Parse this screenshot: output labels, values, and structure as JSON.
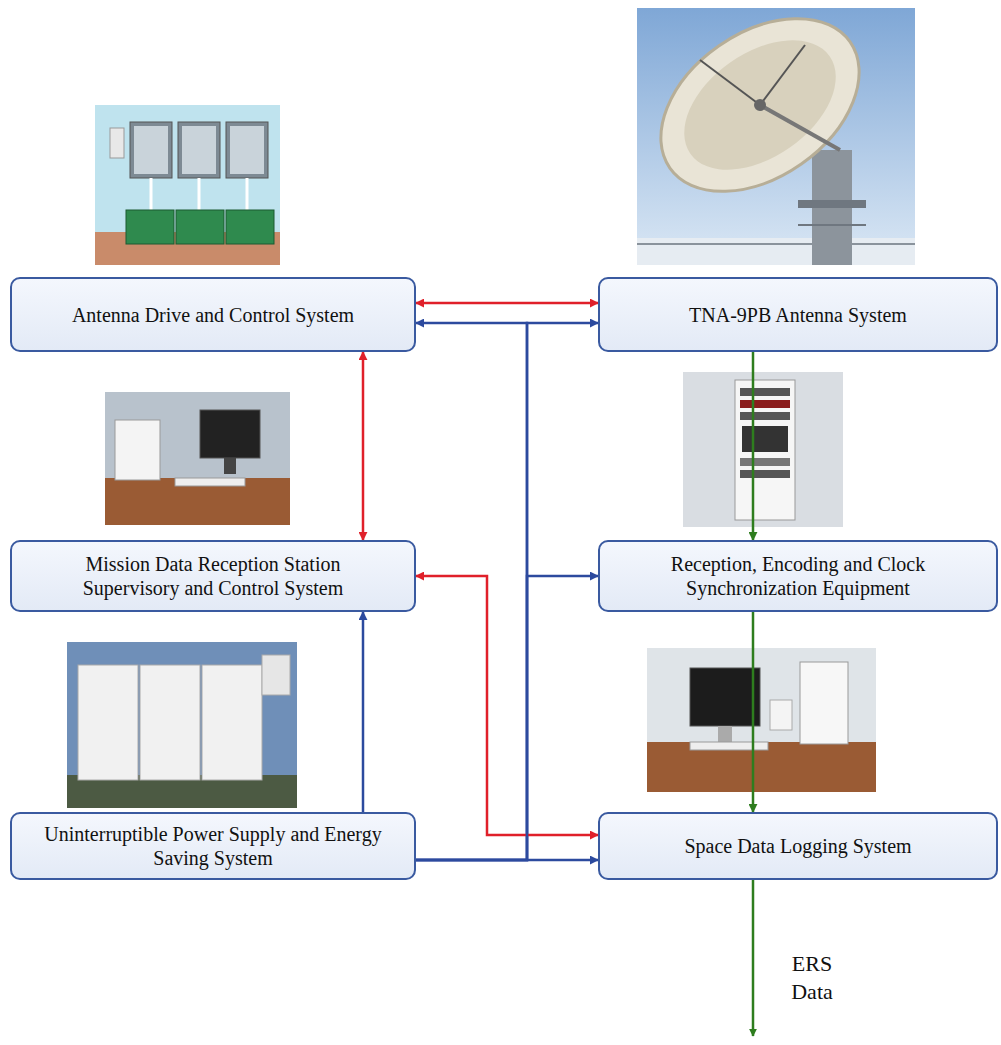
{
  "diagram": {
    "nodes": [
      {
        "text": [
          "Antenna Drive and Control System"
        ]
      },
      {
        "text": [
          "TNA-9PB Antenna System"
        ]
      },
      {
        "text": [
          "Mission Data Reception Station Supervisory and Control System"
        ]
      },
      {
        "text": [
          "Reception, Encoding and Clock Synchronization Equipment"
        ]
      },
      {
        "text": [
          "Uninterruptible Power Supply and Energy Saving System"
        ]
      },
      {
        "text": [
          "Space Data Logging System"
        ]
      }
    ],
    "edges": [
      {
        "from": 0,
        "to": 1,
        "arrow": "both"
      },
      {
        "from": 0,
        "to": 2,
        "arrow": "both"
      },
      {
        "from": 4,
        "to": 0,
        "arrow": "to"
      },
      {
        "from": 4,
        "to": 1,
        "arrow": "to"
      },
      {
        "from": 1,
        "to": 3,
        "arrow": "to"
      },
      {
        "from": 2,
        "to": 5,
        "arrow": "both"
      },
      {
        "from": 4,
        "to": 3,
        "arrow": "to"
      },
      {
        "from": 4,
        "to": 2,
        "arrow": "to"
      },
      {
        "from": 3,
        "to": 5,
        "arrow": "to"
      },
      {
        "from": 4,
        "to": 5,
        "arrow": "to"
      }
    ],
    "labels": [
      "ERS Data"
    ]
  }
}
